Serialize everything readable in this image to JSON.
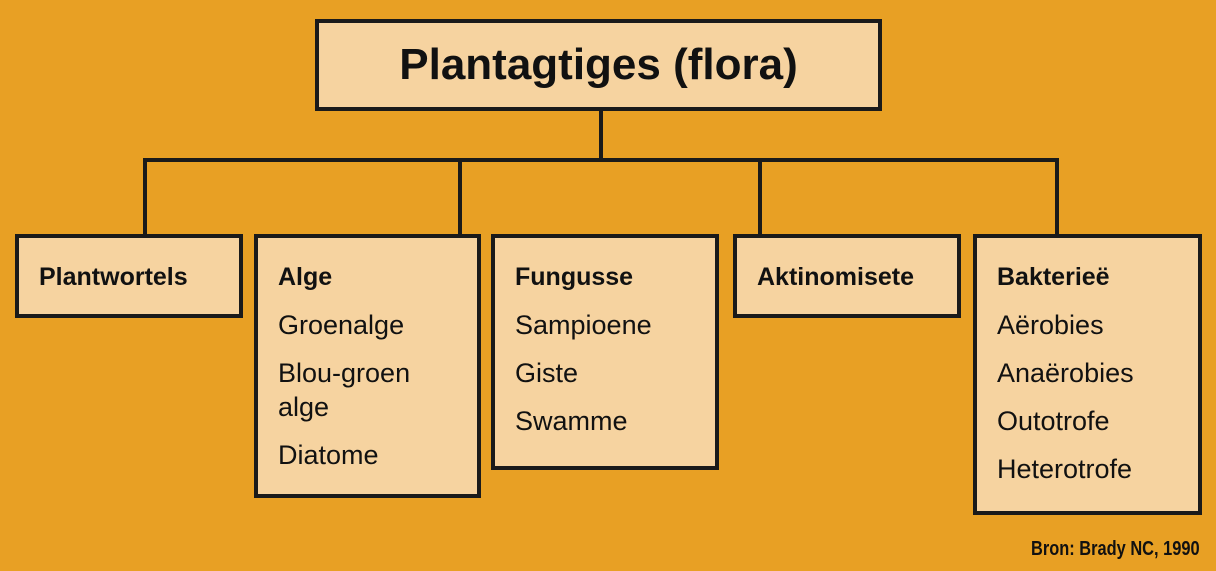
{
  "diagram": {
    "root": {
      "label": "Plantagtiges (flora)"
    },
    "children": [
      {
        "title": "Plantwortels",
        "items": []
      },
      {
        "title": "Alge",
        "items": [
          "Groenalge",
          "Blou-groen alge",
          "Diatome"
        ]
      },
      {
        "title": "Fungusse",
        "items": [
          "Sampioene",
          "Giste",
          "Swamme"
        ]
      },
      {
        "title": "Aktinomisete",
        "items": []
      },
      {
        "title": "Bakterieë",
        "items": [
          "Aërobies",
          "Anaërobies",
          "Outotrofe",
          "Heterotrofe"
        ]
      }
    ],
    "source": "Bron: Brady NC, 1990"
  },
  "colors": {
    "background": "#E8A024",
    "box_fill": "#F6D3A0",
    "line": "#1a1a1a"
  }
}
